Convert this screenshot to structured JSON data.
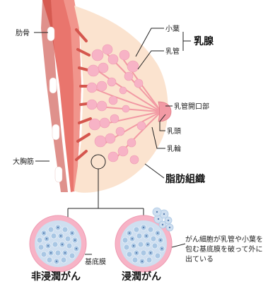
{
  "labels": {
    "rib": "肋骨",
    "pectoral_muscle": "大胸筋",
    "lobule": "小葉",
    "lactiferous_duct": "乳管",
    "mammary_gland": "乳腺",
    "duct_opening": "乳管開口部",
    "nipple": "乳頭",
    "areola": "乳輪",
    "adipose_tissue": "脂肪組織",
    "basement_membrane": "基底膜",
    "non_invasive_cancer": "非浸潤がん",
    "invasive_cancer": "浸潤がん",
    "invasion_note": [
      "がん細胞が乳管や小葉を",
      "包む基底膜を破って外に",
      "出ている"
    ]
  },
  "colors": {
    "chest_wall": "#e9756d",
    "chest_wall_dark": "#c9473f",
    "rib": "#ffffff",
    "breast_skin": "#fbe3cf",
    "lobule": "#f7b3c6",
    "duct": "#f29aa4",
    "nipple": "#f29aa4",
    "cell": "#a9c7e4",
    "cell_nucleus": "#5a7fb0"
  }
}
